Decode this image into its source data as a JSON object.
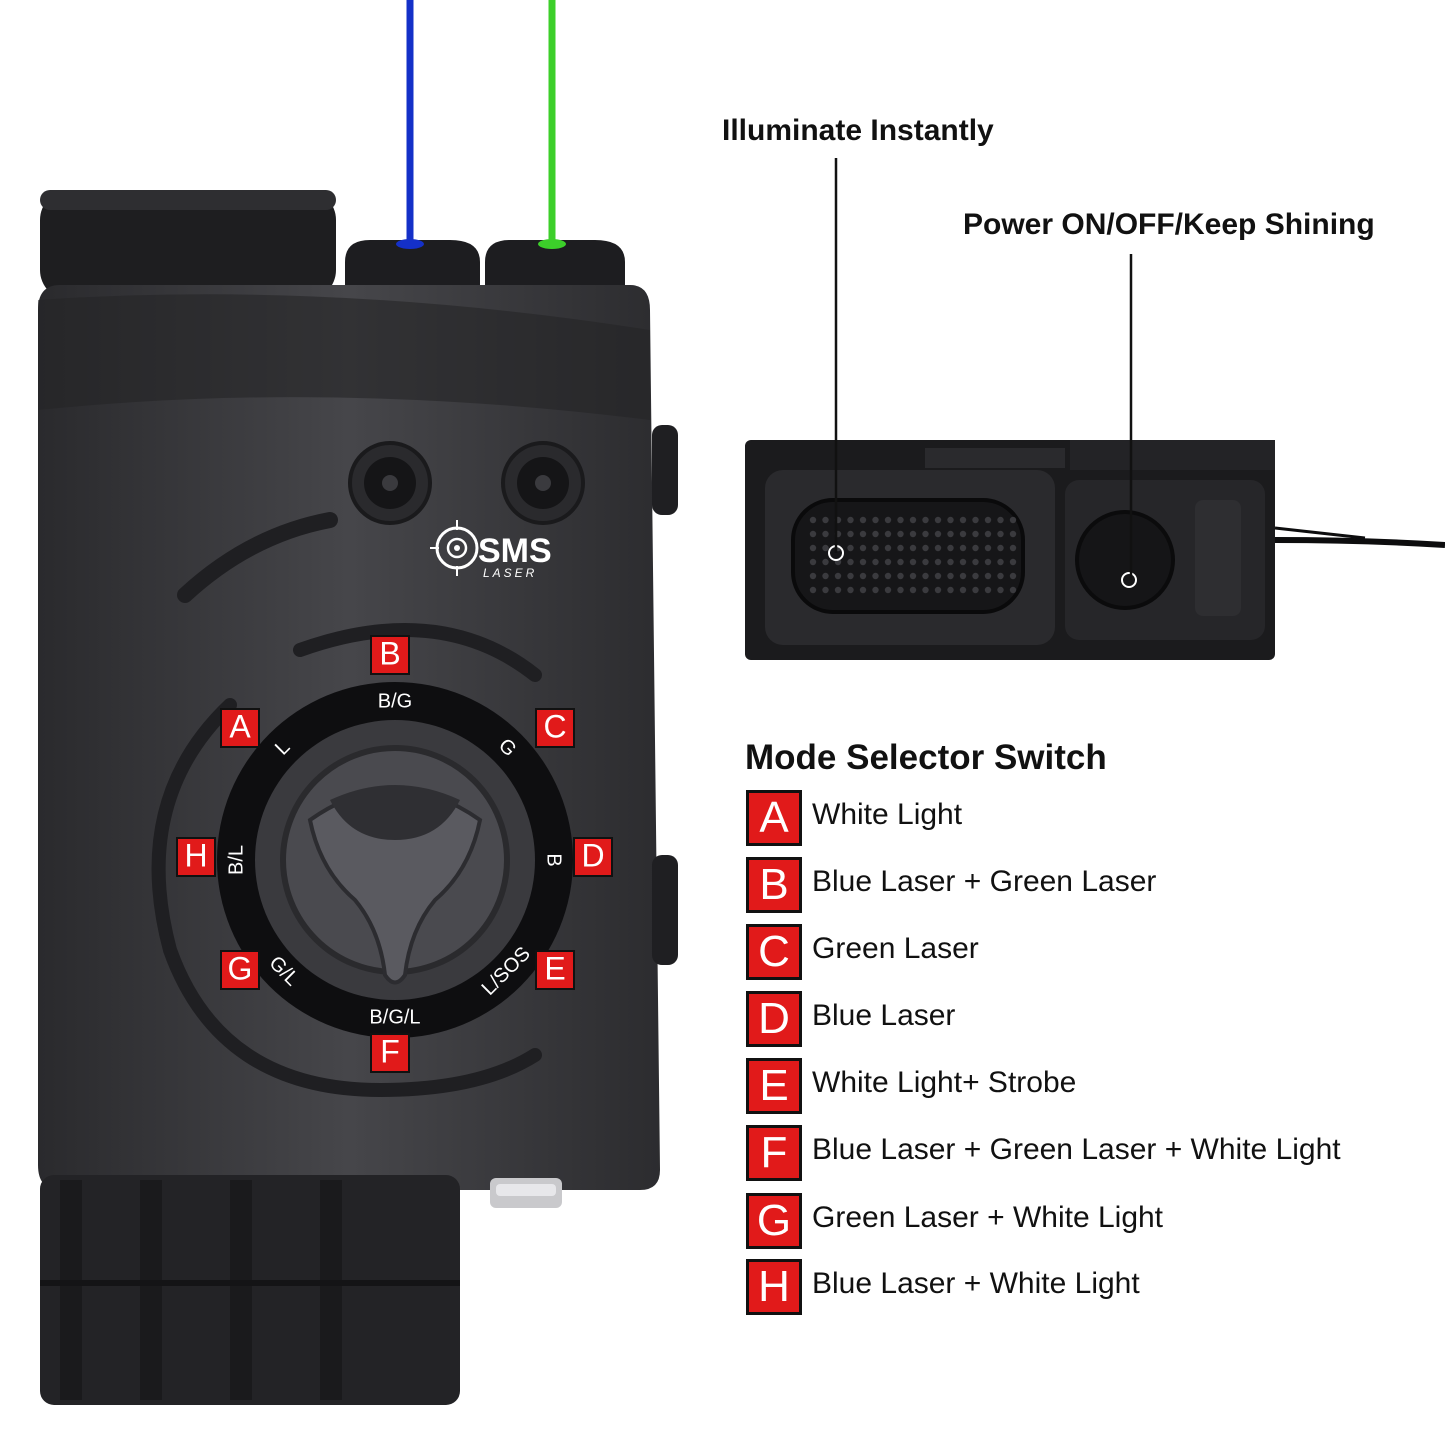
{
  "brand": {
    "logo_text": "SMS",
    "logo_subtext": "LASER"
  },
  "callouts": {
    "illuminate": "Illuminate Instantly",
    "power": "Power ON/OFF/Keep Shining"
  },
  "selector_heading": "Mode Selector Switch",
  "modes": [
    {
      "letter": "A",
      "label": "White Light"
    },
    {
      "letter": "B",
      "label": "Blue Laser + Green Laser"
    },
    {
      "letter": "C",
      "label": "Green Laser"
    },
    {
      "letter": "D",
      "label": "Blue Laser"
    },
    {
      "letter": "E",
      "label": "White Light+ Strobe"
    },
    {
      "letter": "F",
      "label": "Blue Laser + Green Laser + White Light"
    },
    {
      "letter": "G",
      "label": "Green Laser + White Light"
    },
    {
      "letter": "H",
      "label": "Blue Laser + White Light"
    }
  ],
  "dial": {
    "positions": [
      "B/G",
      "G",
      "B",
      "L/SOS",
      "B/G/L",
      "G/L",
      "B/L",
      "L"
    ]
  },
  "colors": {
    "blue_laser": "#1430c8",
    "green_laser": "#3ccf2a",
    "badge_red": "#e11a1a",
    "device_body": "#3a3a3d"
  }
}
